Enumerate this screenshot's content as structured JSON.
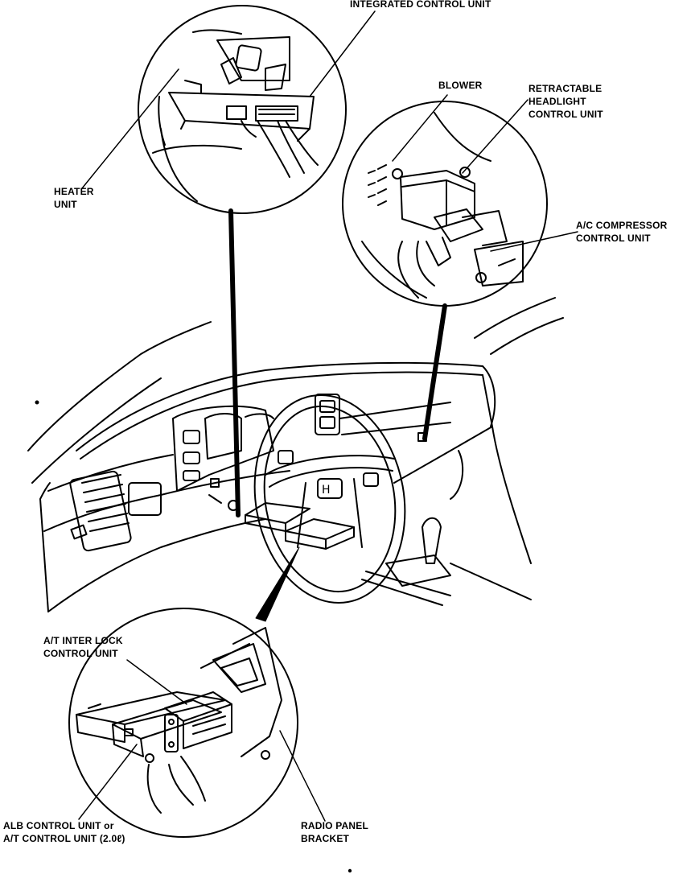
{
  "labels": {
    "integrated_control_unit": "INTEGRATED CONTROL UNIT",
    "heater_unit": [
      "HEATER",
      "UNIT"
    ],
    "blower": "BLOWER",
    "retractable_headlight_control_unit": [
      "RETRACTABLE",
      "HEADLIGHT",
      "CONTROL UNIT"
    ],
    "ac_compressor_control_unit": [
      "A/C COMPRESSOR",
      "CONTROL UNIT"
    ],
    "at_interlock_control_unit": [
      "A/T INTER LOCK",
      "CONTROL UNIT"
    ],
    "alb_or_at_control_unit": [
      "ALB CONTROL UNIT or",
      "A/T CONTROL UNIT (2.0ℓ)"
    ],
    "radio_panel_bracket": [
      "RADIO PANEL",
      "BRACKET"
    ]
  },
  "colors": {
    "ink": "#000000",
    "paper": "#ffffff"
  }
}
